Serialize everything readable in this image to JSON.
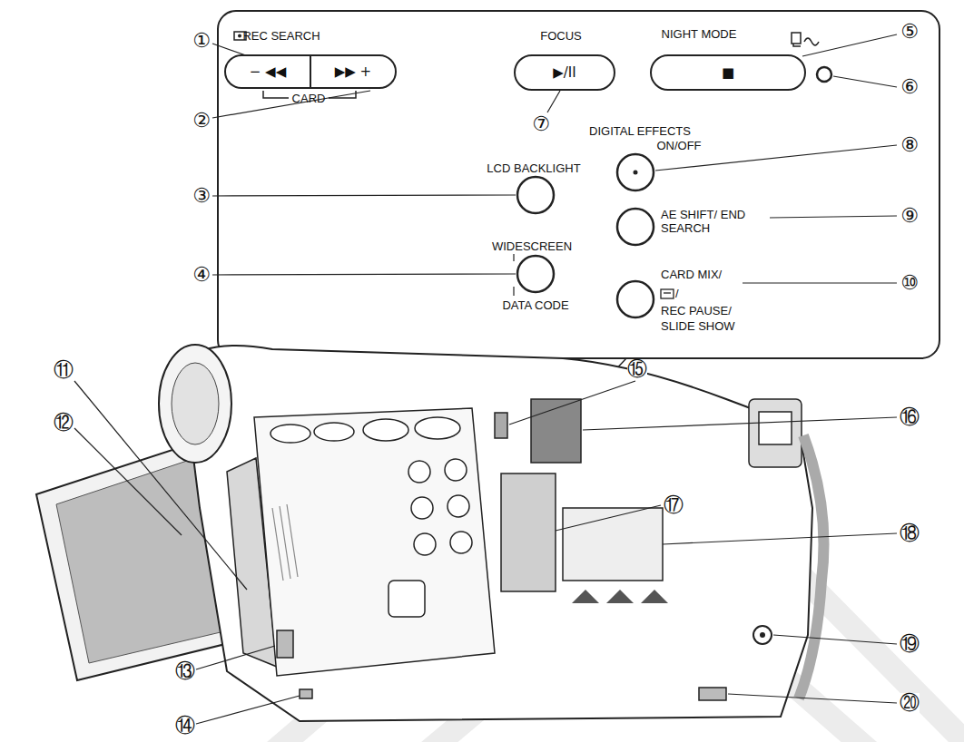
{
  "diagram": {
    "nodes": [
      {
        "text": [
          "− ◀◀"
        ]
      },
      {
        "text": [
          "▶▶ +"
        ]
      },
      {
        "text": [
          "▶/II"
        ]
      },
      {
        "text": [
          "■"
        ]
      }
    ],
    "labels": [
      "REC SEARCH",
      "CARD",
      "FOCUS",
      "NIGHT MODE",
      "DIGITAL EFFECTS",
      "ON/OFF",
      "LCD BACKLIGHT",
      "AE SHIFT/ END SEARCH",
      "WIDESCREEN",
      "DATA CODE",
      "CARD MIX/",
      "/",
      "REC PAUSE/",
      "SLIDE SHOW",
      "①",
      "②",
      "③",
      "④",
      "⑤",
      "⑥",
      "⑦",
      "⑧",
      "⑨",
      "⑩",
      "⑪",
      "⑫",
      "⑬",
      "⑭",
      "⑮",
      "⑯",
      "⑰",
      "⑱",
      "⑲",
      "⑳"
    ]
  }
}
